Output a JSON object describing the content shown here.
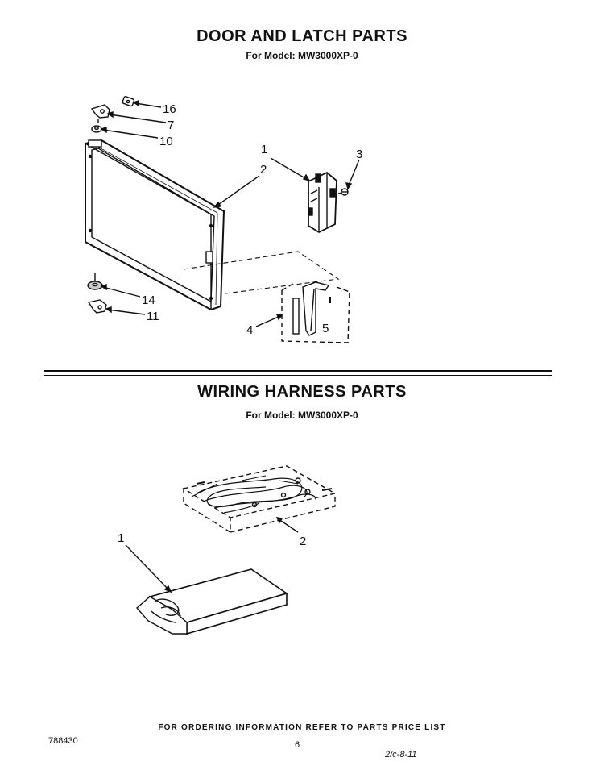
{
  "door_section": {
    "title": "DOOR AND LATCH PARTS",
    "model": "For Model: MW3000XP-0",
    "callouts": [
      "16",
      "7",
      "10",
      "1",
      "3",
      "2",
      "14",
      "11",
      "4",
      "5"
    ]
  },
  "wiring_section": {
    "title": "WIRING HARNESS PARTS",
    "model": "For Model: MW3000XP-0",
    "callouts": [
      "2",
      "1"
    ]
  },
  "footer": {
    "ordering_note": "FOR ORDERING INFORMATION REFER TO PARTS PRICE LIST",
    "doc_number": "788430",
    "page_number": "6",
    "date_stamp": "2/c-8-11"
  }
}
